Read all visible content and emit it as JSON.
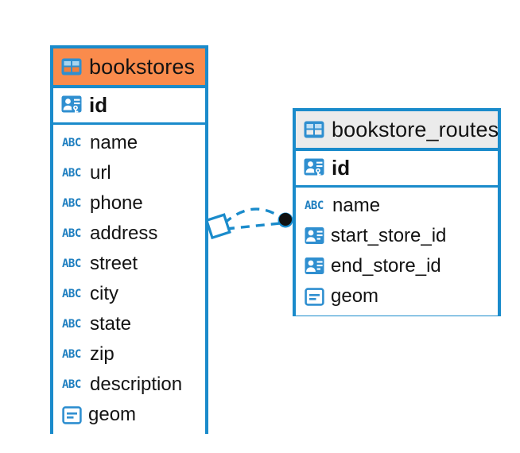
{
  "diagram": {
    "title": "bookstores / bookstore_routes entity relationship diagram",
    "colors": {
      "blue": "#1a8bcb",
      "orange": "#fa8b4c",
      "header_gray": "#ebebeb",
      "text": "#131313",
      "icon_blue": "#2f8fd0",
      "endpoint_fill": "#111111"
    }
  },
  "entities": [
    {
      "name": "bookstores",
      "header_icon": "table-icon",
      "header_style": "orange",
      "primary_key": {
        "label": "id",
        "icon": "primary-key-icon"
      },
      "attributes": [
        {
          "label": "name",
          "icon": "abc-icon",
          "icon_text": "ABC"
        },
        {
          "label": "url",
          "icon": "abc-icon",
          "icon_text": "ABC"
        },
        {
          "label": "phone",
          "icon": "abc-icon",
          "icon_text": "ABC"
        },
        {
          "label": "address",
          "icon": "abc-icon",
          "icon_text": "ABC"
        },
        {
          "label": "street",
          "icon": "abc-icon",
          "icon_text": "ABC"
        },
        {
          "label": "city",
          "icon": "abc-icon",
          "icon_text": "ABC"
        },
        {
          "label": "state",
          "icon": "abc-icon",
          "icon_text": "ABC"
        },
        {
          "label": "zip",
          "icon": "abc-icon",
          "icon_text": "ABC"
        },
        {
          "label": "description",
          "icon": "abc-icon",
          "icon_text": "ABC"
        },
        {
          "label": "geom",
          "icon": "geometry-icon"
        }
      ]
    },
    {
      "name": "bookstore_routes",
      "header_icon": "table-icon",
      "header_style": "gray",
      "primary_key": {
        "label": "id",
        "icon": "primary-key-icon"
      },
      "attributes": [
        {
          "label": "name",
          "icon": "abc-icon",
          "icon_text": "ABC"
        },
        {
          "label": "start_store_id",
          "icon": "foreign-key-icon"
        },
        {
          "label": "end_store_id",
          "icon": "foreign-key-icon"
        },
        {
          "label": "geom",
          "icon": "geometry-icon"
        }
      ]
    }
  ],
  "relationship": {
    "from_entity": "bookstores",
    "to_entity": "bookstore_routes",
    "from_endpoint": "diamond-endpoint",
    "to_endpoint": "filled-circle-endpoint",
    "line_style": "dashed",
    "cardinality": "one-to-many"
  }
}
